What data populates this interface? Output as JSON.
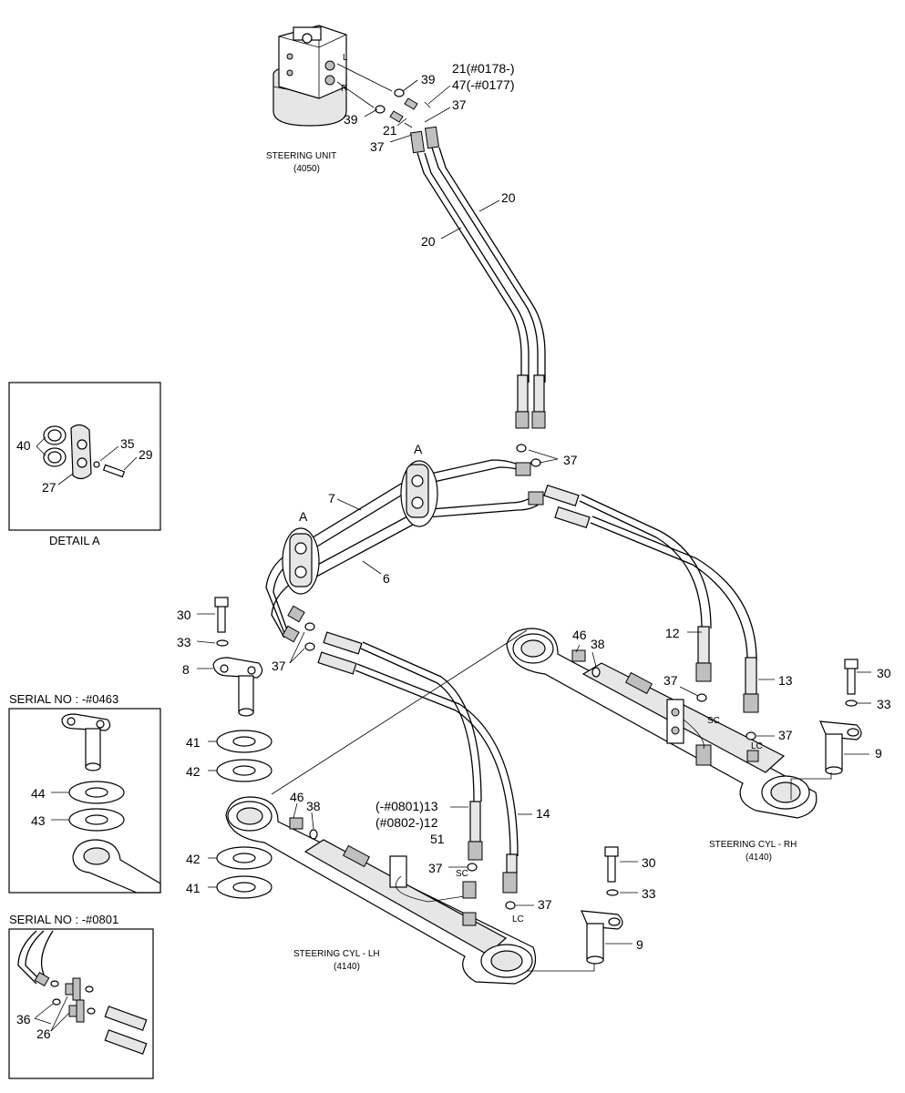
{
  "callouts": {
    "c39a": "39",
    "c39b": "39",
    "c21a": "21(#0178-)",
    "c47": "47(-#0177)",
    "c21b": "21",
    "c37a": "37",
    "c37b": "37",
    "c20a": "20",
    "c20b": "20",
    "c37c": "37",
    "cAa": "A",
    "cAb": "A",
    "c7": "7",
    "c6": "6",
    "c30a": "30",
    "c33a": "33",
    "c8": "8",
    "c37d": "37",
    "c46a": "46",
    "c38a": "38",
    "c12": "12",
    "c13": "13",
    "c37e": "37",
    "c37f": "37",
    "c30b": "30",
    "c33b": "33",
    "c9a": "9",
    "c41a": "41",
    "c42a": "42",
    "c46b": "46",
    "c38b": "38",
    "c13b": "(-#0801)13",
    "c12b": "(#0802-)12",
    "c51": "51",
    "c14": "14",
    "c37g": "37",
    "c37h": "37",
    "c30c": "30",
    "c33c": "33",
    "c9b": "9",
    "c42b": "42",
    "c41b": "41",
    "c40": "40",
    "c35": "35",
    "c29": "29",
    "c27": "27",
    "c44": "44",
    "c43": "43",
    "c36": "36",
    "c26": "26"
  },
  "captions": {
    "steering_unit": "STEERING UNIT",
    "steering_unit_code": "(4050)",
    "cyl_rh": "STEERING CYL - RH",
    "cyl_rh_code": "(4140)",
    "cyl_lh": "STEERING CYL - LH",
    "cyl_lh_code": "(4140)",
    "detail_a": "DETAIL A",
    "serial_1": "SERIAL NO : -#0463",
    "serial_2": "SERIAL NO : -#0801",
    "port_l": "L",
    "port_r": "R",
    "port_sc_rh": "SC",
    "port_lc_rh": "LC",
    "port_sc_lh": "SC",
    "port_lc_lh": "LC"
  }
}
